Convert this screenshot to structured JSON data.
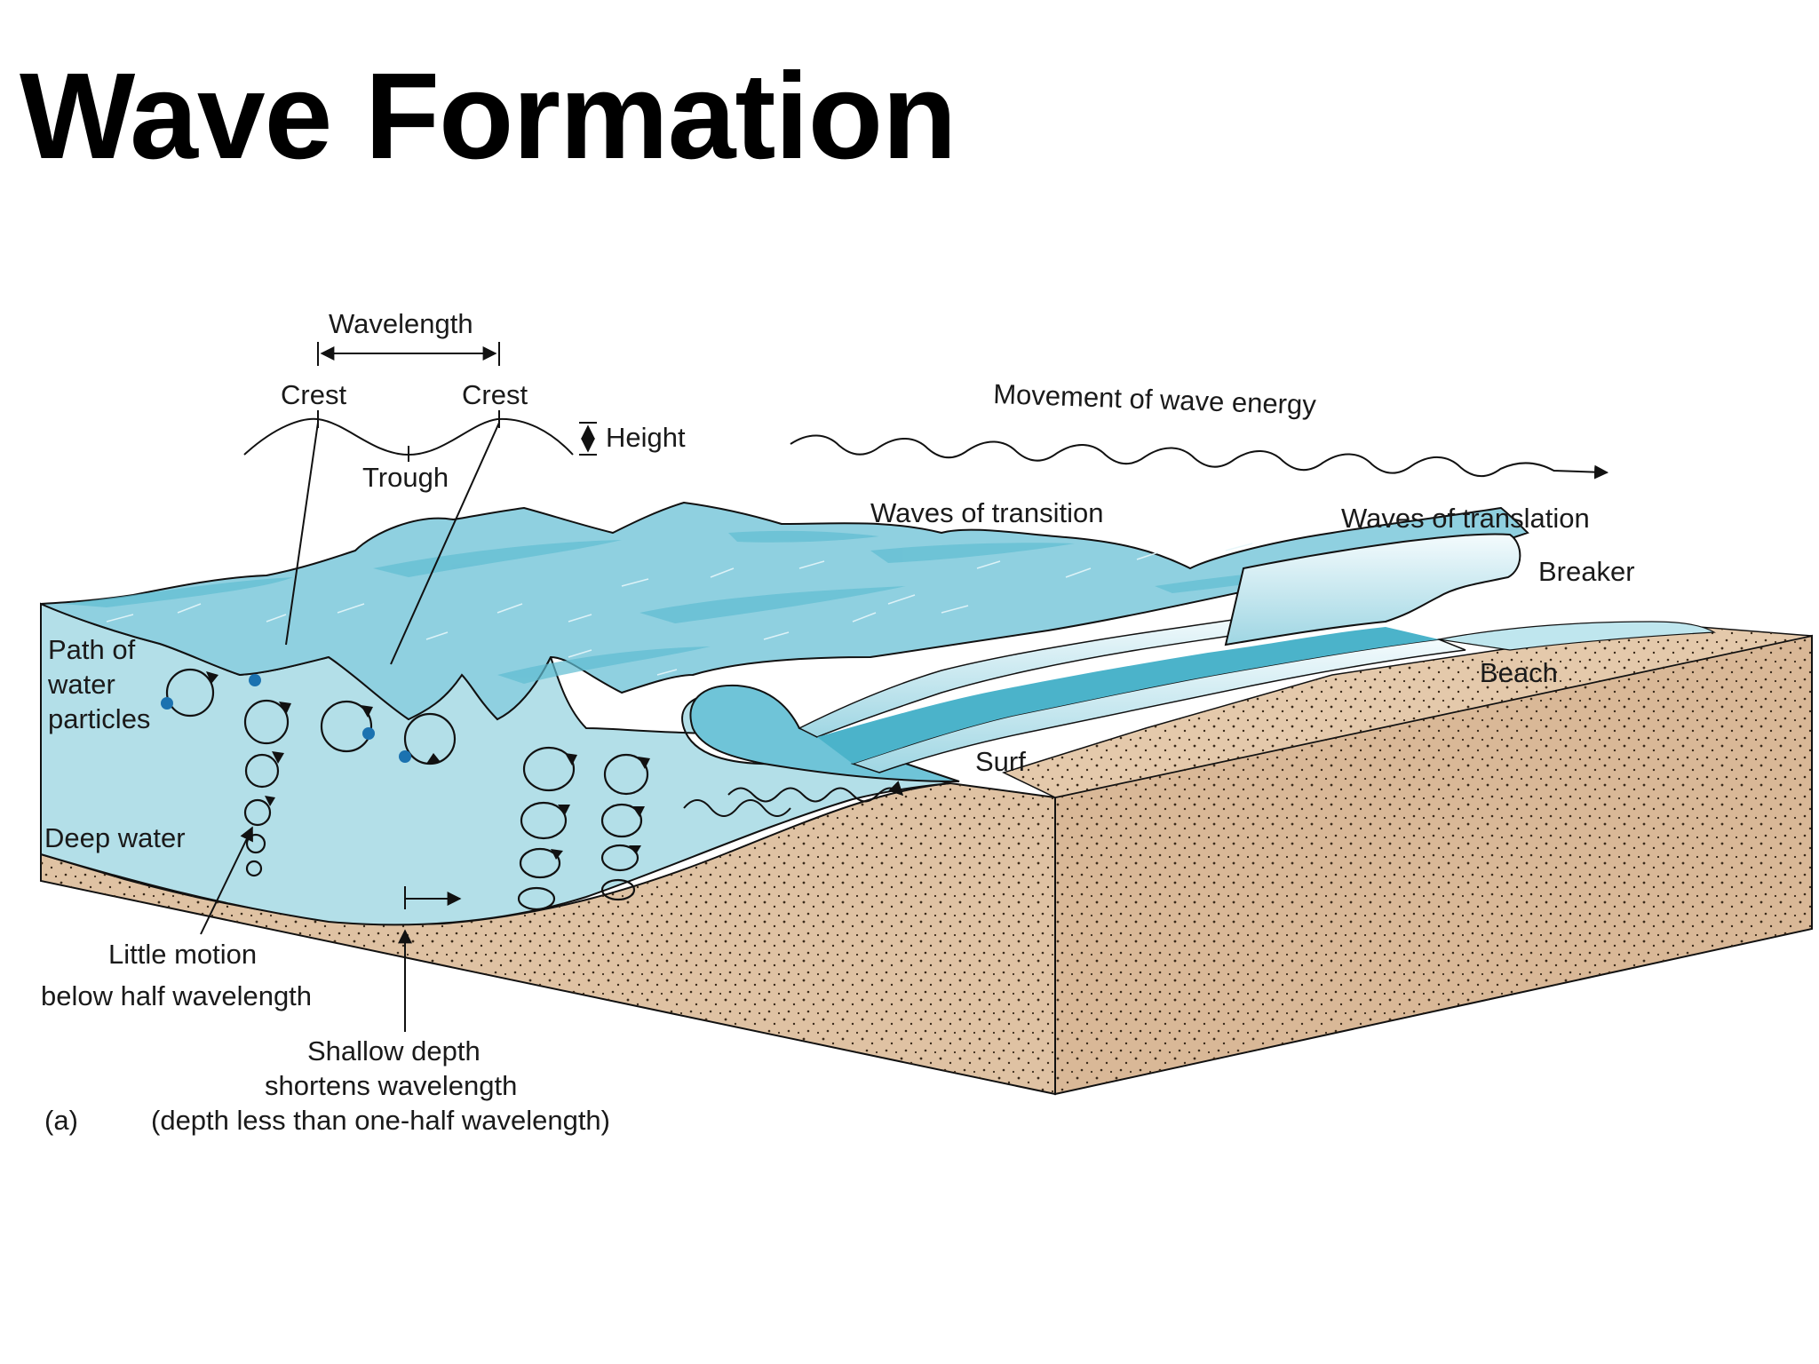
{
  "title": "Wave Formation",
  "colors": {
    "water_surface": "#8fd0e0",
    "water_dark": "#4bb3ca",
    "water_cross_section": "#b3dfe8",
    "foam": "#eef8fb",
    "sand": "#d9b897",
    "sand_side": "#e0c2a2",
    "particle": "#1b72b0"
  },
  "labels": {
    "wavelength": "Wavelength",
    "crest_left": "Crest",
    "crest_right": "Crest",
    "height": "Height",
    "trough": "Trough",
    "movement": "Movement of wave energy",
    "transition": "Waves of transition",
    "translation": "Waves of translation",
    "breaker": "Breaker",
    "beach": "Beach",
    "surf": "Surf",
    "path_line1": "Path of",
    "path_line2": "water",
    "path_line3": "particles",
    "deep_water": "Deep water",
    "little_line1": "Little motion",
    "little_line2": "below half wavelength",
    "shallow_line1": "Shallow depth",
    "shallow_line2": "shortens wavelength",
    "shallow_line3": "(depth less than one-half wavelength)",
    "panel": "(a)"
  }
}
